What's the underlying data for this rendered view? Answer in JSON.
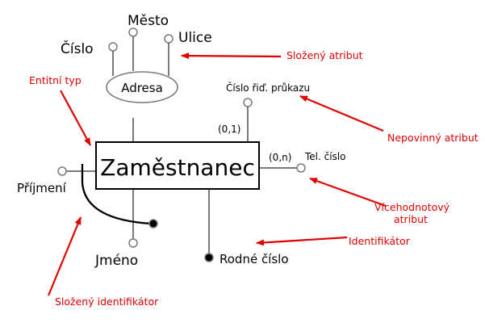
{
  "entity": {
    "name": "Zaměstnanec"
  },
  "composite_attribute": {
    "name": "Adresa",
    "parts": [
      "Číslo",
      "Město",
      "Ulice"
    ]
  },
  "attributes": {
    "optional": {
      "name": "Číslo řiď. průkazu",
      "cardinality": "(0,1)"
    },
    "multivalued": {
      "name": "Tel. číslo",
      "cardinality": "(0,n)"
    },
    "surname": {
      "name": "Příjmení"
    },
    "first_name": {
      "name": "Jméno"
    },
    "identifier": {
      "name": "Rodné číslo"
    }
  },
  "annotations": {
    "composite_attribute": "Složený atribut",
    "entity_type": "Entitní typ",
    "optional_attribute": "Nepovinný atribut",
    "multivalued_attribute_line1": "Vícehodnotový",
    "multivalued_attribute_line2": "atribut",
    "identifier": "Identifikátor",
    "composite_identifier": "Složený identifikátor"
  },
  "colors": {
    "annotation": "#e00000",
    "line": "#7a7a7a",
    "ink": "#000000"
  }
}
